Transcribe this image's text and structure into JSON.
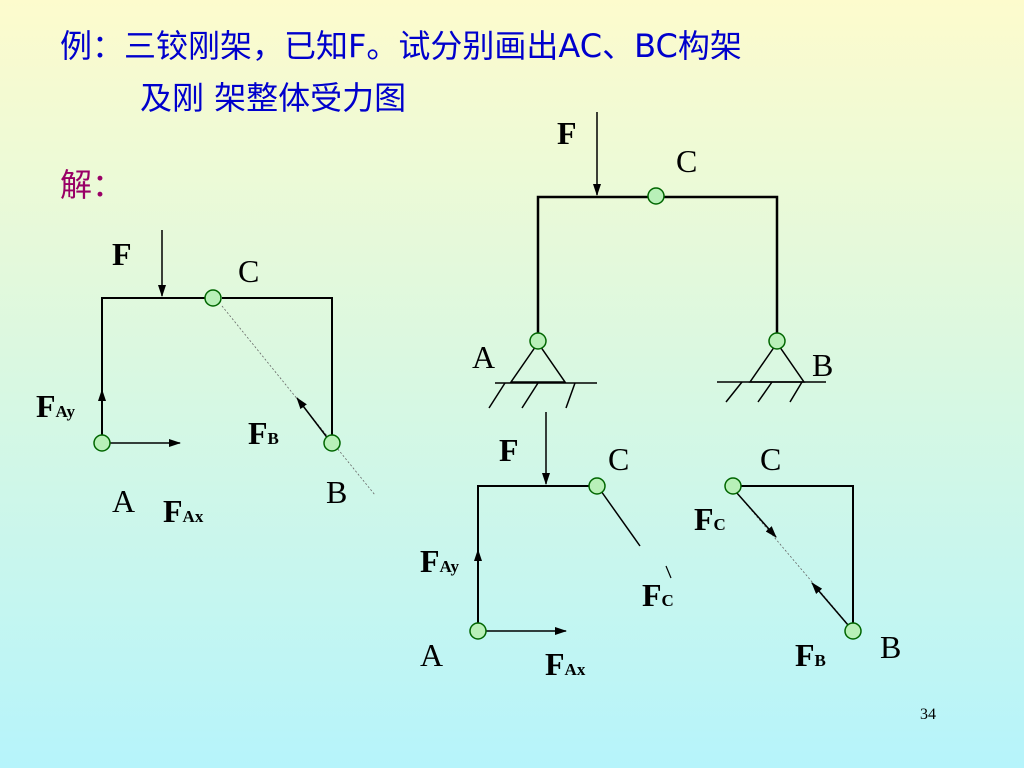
{
  "title": {
    "line1": "例：三铰刚架，已知F。试分别画出AC、BC构架",
    "line2": "及刚 架整体受力图"
  },
  "solution_label": "解：",
  "page_number": "34",
  "labels": {
    "F": "F",
    "A": "A",
    "B": "B",
    "C": "C",
    "F_Ay_main": "F",
    "F_Ay_sub": "Ay",
    "F_Ax_main": "F",
    "F_Ax_sub": "Ax",
    "F_B_main": "F",
    "F_B_sub": "B",
    "F_C_main": "F",
    "F_C_sub": "C"
  },
  "colors": {
    "title": "#0000cc",
    "solution": "#990066",
    "pin_fill": "#b8f0b8",
    "pin_stroke": "#006600"
  }
}
